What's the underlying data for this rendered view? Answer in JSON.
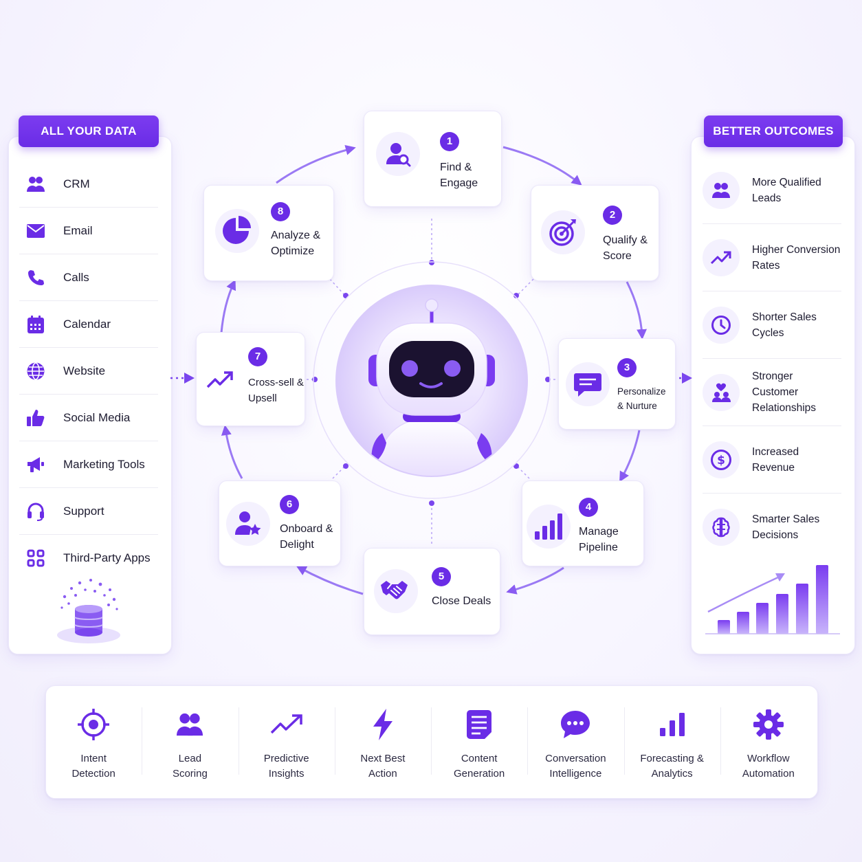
{
  "colors": {
    "accent": "#6a2ce6",
    "accent_light": "#a88cf5",
    "surface": "#ffffff",
    "text": "#1d1b30"
  },
  "inputs": {
    "title": "ALL YOUR DATA",
    "items": [
      {
        "label": "CRM",
        "icon": "users-icon"
      },
      {
        "label": "Email",
        "icon": "envelope-icon"
      },
      {
        "label": "Calls",
        "icon": "phone-icon"
      },
      {
        "label": "Calendar",
        "icon": "calendar-icon"
      },
      {
        "label": "Website",
        "icon": "globe-icon"
      },
      {
        "label": "Social Media",
        "icon": "thumbs-up-icon"
      },
      {
        "label": "Marketing Tools",
        "icon": "megaphone-icon"
      },
      {
        "label": "Support",
        "icon": "headset-icon"
      },
      {
        "label": "Third-Party Apps",
        "icon": "apps-grid-icon"
      }
    ],
    "illustration": "database-icon"
  },
  "outcomes": {
    "title": "BETTER OUTCOMES",
    "items": [
      {
        "label": "More Qualified Leads",
        "icon": "users-icon"
      },
      {
        "label": "Higher Conversion Rates",
        "icon": "trend-up-icon"
      },
      {
        "label": "Shorter Sales Cycles",
        "icon": "clock-icon"
      },
      {
        "label": "Stronger Customer Relationships",
        "icon": "user-heart-icon"
      },
      {
        "label": "Increased Revenue",
        "icon": "dollar-icon"
      },
      {
        "label": "Smarter Sales Decisions",
        "icon": "brain-icon"
      }
    ],
    "illustration": "growth-bars-icon"
  },
  "cycle": {
    "center": "robot-icon",
    "stages": [
      {
        "num": "1",
        "label": "Find & Engage",
        "icon": "user-search-icon"
      },
      {
        "num": "2",
        "label": "Qualify & Score",
        "icon": "target-icon"
      },
      {
        "num": "3",
        "label": "Personalize & Nurture",
        "icon": "chat-icon"
      },
      {
        "num": "4",
        "label": "Manage Pipeline",
        "icon": "bar-chart-icon"
      },
      {
        "num": "5",
        "label": "Close Deals",
        "icon": "handshake-icon"
      },
      {
        "num": "6",
        "label": "Onboard & Delight",
        "icon": "user-star-icon"
      },
      {
        "num": "7",
        "label": "Cross-sell & Upsell",
        "icon": "trend-up-icon"
      },
      {
        "num": "8",
        "label": "Analyze & Optimize",
        "icon": "pie-chart-icon"
      }
    ]
  },
  "capabilities": [
    {
      "label": "Intent\nDetection",
      "icon": "crosshair-icon"
    },
    {
      "label": "Lead\nScoring",
      "icon": "users-icon"
    },
    {
      "label": "Predictive\nInsights",
      "icon": "trend-up-icon"
    },
    {
      "label": "Next Best\nAction",
      "icon": "lightning-icon"
    },
    {
      "label": "Content\nGeneration",
      "icon": "document-icon"
    },
    {
      "label": "Conversation\nIntelligence",
      "icon": "chat-bubble-icon"
    },
    {
      "label": "Forecasting &\nAnalytics",
      "icon": "bar-chart-icon"
    },
    {
      "label": "Workflow\nAutomation",
      "icon": "gear-icon"
    }
  ]
}
